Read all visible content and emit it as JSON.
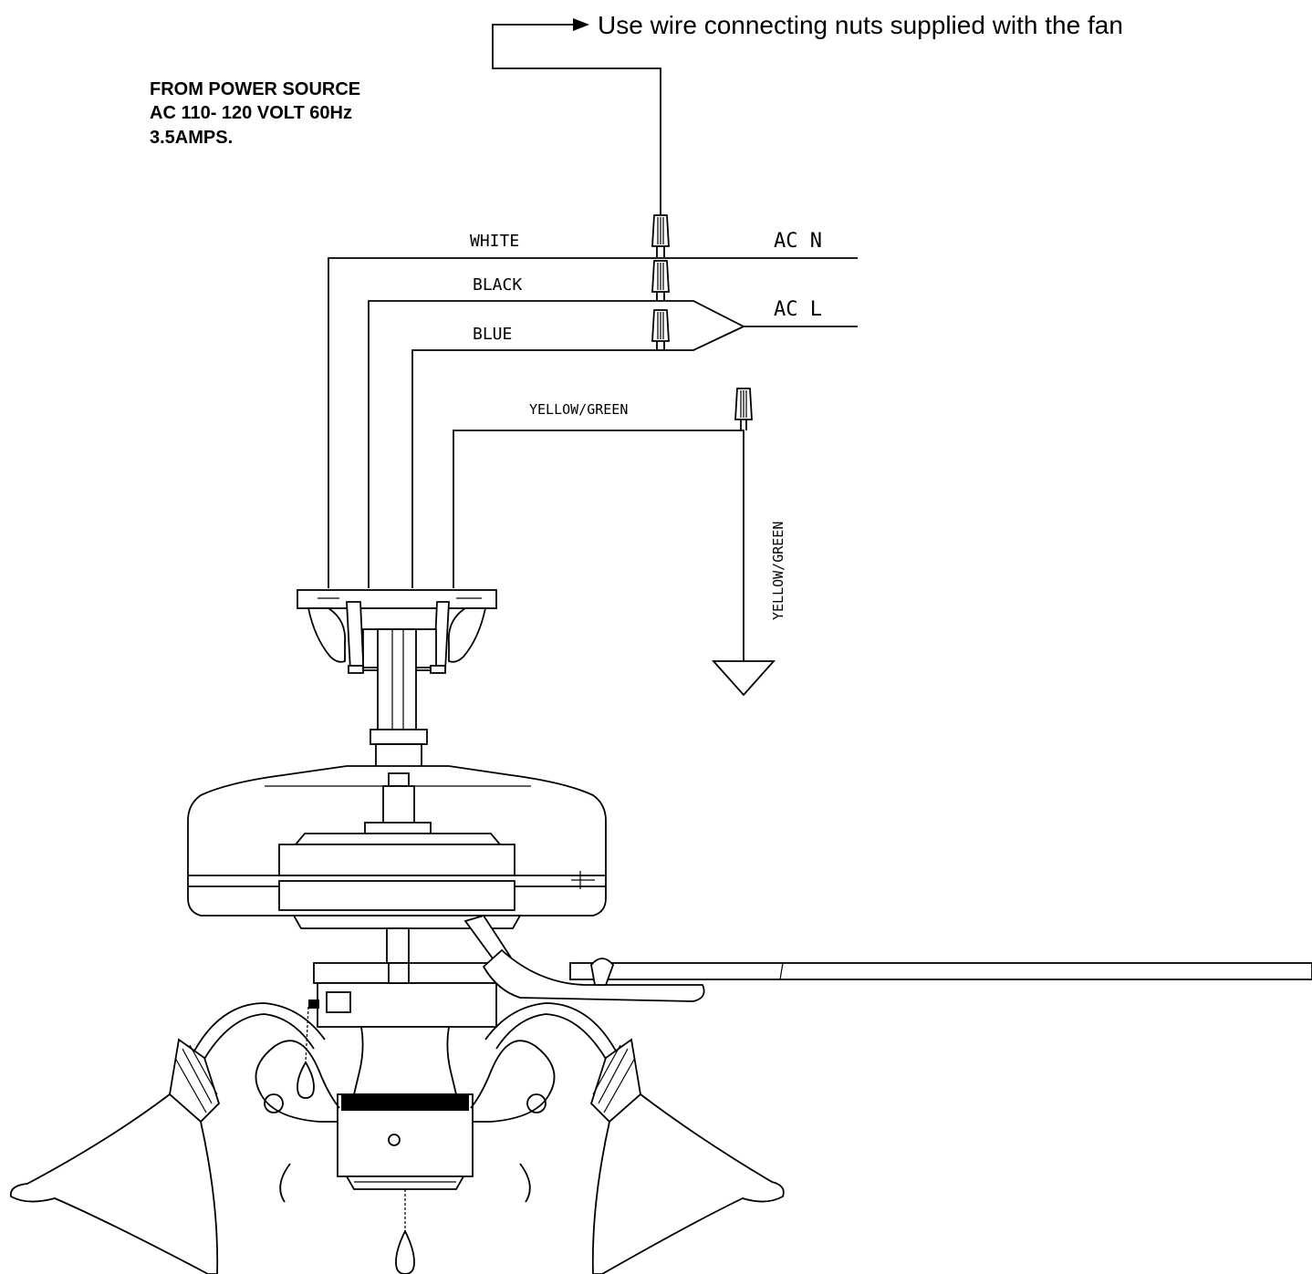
{
  "callout": {
    "note": "Use wire connecting nuts supplied with the fan"
  },
  "power_source": {
    "line1": "FROM POWER SOURCE",
    "line2": "AC 110- 120 VOLT 60Hz",
    "line3": "3.5AMPS."
  },
  "wires": {
    "white": "WHITE",
    "black": "BLACK",
    "blue": "BLUE",
    "ground_horizontal": "YELLOW/GREEN",
    "ground_vertical": "YELLOW/GREEN"
  },
  "supply": {
    "neutral": "AC  N",
    "line": "AC  L"
  }
}
